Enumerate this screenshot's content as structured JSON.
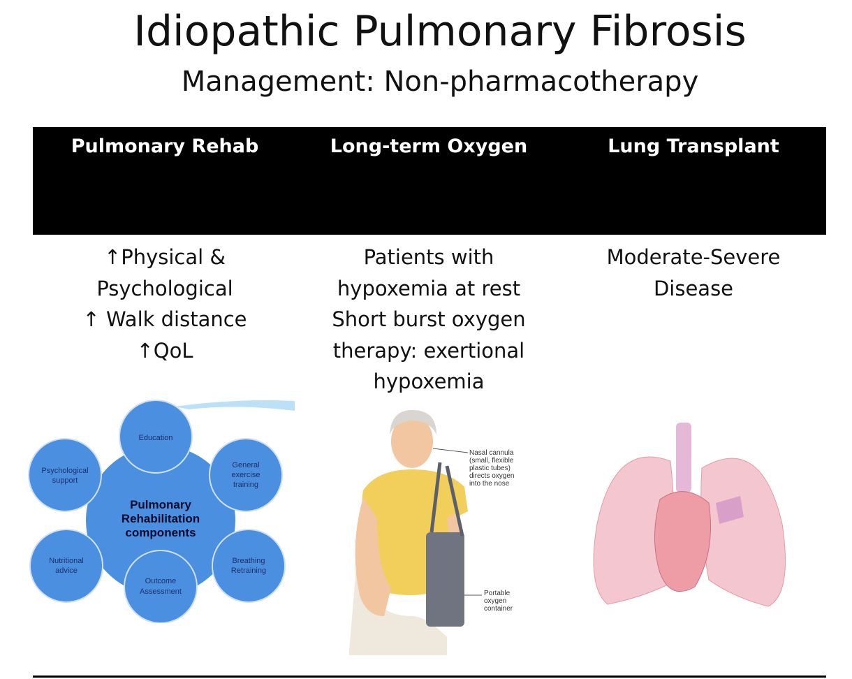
{
  "title": "Idiopathic Pulmonary Fibrosis",
  "subtitle": "Management: Non-pharmacotherapy",
  "columns": [
    {
      "header": "Pulmonary Rehab",
      "lines": [
        "↑Physical &",
        "Psychological",
        "↑ Walk distance",
        "↑QoL"
      ]
    },
    {
      "header": "Long-term Oxygen",
      "lines": [
        "Patients with",
        "hypoxemia at rest",
        "Short burst oxygen",
        "therapy: exertional",
        "hypoxemia"
      ]
    },
    {
      "header": "Lung Transplant",
      "lines": [
        "Moderate-Severe",
        "Disease"
      ]
    }
  ],
  "rehab_diagram": {
    "center": [
      "Pulmonary",
      "Rehabilitation",
      "components"
    ],
    "education": "Education",
    "exercise": [
      "General",
      "exercise",
      "training"
    ],
    "breathing": [
      "Breathing",
      "Retraining"
    ],
    "outcome": [
      "Outcome",
      "Assessment"
    ],
    "nutrition": [
      "Nutritional",
      "advice"
    ],
    "psych": [
      "Psychological",
      "support"
    ]
  },
  "oxygen_illustration": {
    "cannula_label": [
      "Nasal cannula",
      "(small, flexible",
      "plastic tubes)",
      "directs oxygen",
      "into the nose"
    ],
    "container_label": [
      "Portable",
      "oxygen",
      "container"
    ]
  },
  "colors": {
    "band": "#000000",
    "circle": "#4a8fe0"
  }
}
